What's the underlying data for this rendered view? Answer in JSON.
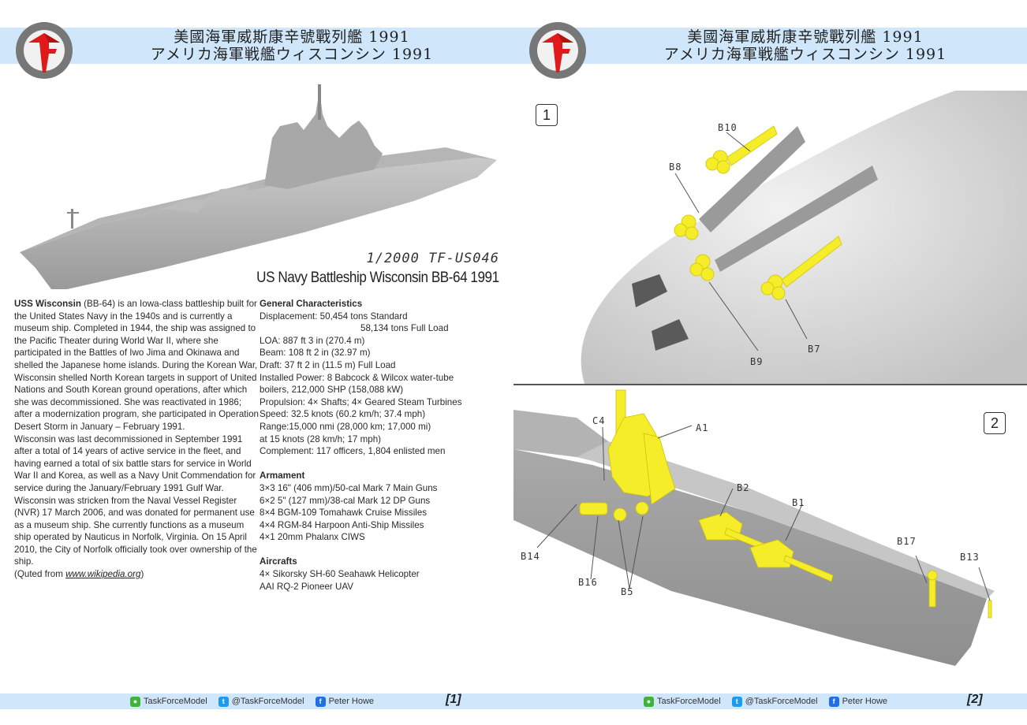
{
  "header": {
    "title_zh": "美國海軍威斯康辛號戰列艦 1991",
    "title_ja": "アメリカ海軍戦艦ウィスコンシン 1991",
    "logo_icon": "taskforce-tf-logo",
    "background_color": "#cfe6fb"
  },
  "page1": {
    "scale_code": "1/2000 TF-US046",
    "model_name": "US Navy Battleship Wisconsin BB-64 1991",
    "description": {
      "ship_name": "USS Wisconsin",
      "paragraph1": " (BB-64) is an Iowa-class battleship built for the United States Navy in the 1940s and is currently a museum ship. Completed in 1944, the ship was assigned to the Pacific Theater during World War II, where she participated in the Battles of Iwo Jima and Okinawa and shelled the Japanese home islands. During the Korean War, Wisconsin shelled North Korean targets in support of United Nations and South Korean ground operations, after which she was decommissioned. She was reactivated in 1986; after a modernization program, she participated in Operation Desert Storm in January – February 1991.",
      "paragraph2": "Wisconsin was last decommissioned in September 1991 after a total of 14 years of active service in the fleet, and having earned a total of six battle stars for service in World War II and Korea, as well as a Navy Unit Commendation for service during the January/February 1991 Gulf War. Wisconsin was stricken from the Naval Vessel Register (NVR) 17 March 2006, and was donated for permanent use as a museum ship. She currently functions as a museum ship operated by Nauticus in Norfolk, Virginia. On 15 April 2010, the City of Norfolk officially took over ownership of the ship.",
      "source_prefix": "(Quted from ",
      "source_link": "www.wikipedia.org",
      "source_suffix": ")"
    },
    "specs": {
      "general_title": "General Characteristics",
      "general": [
        "Displacement:  50,454 tons Standard",
        "58,134 tons Full Load",
        "LOA: 887 ft 3 in (270.4 m)",
        "Beam:  108 ft 2 in (32.97 m)",
        "Draft: 37 ft 2 in (11.5 m) Full Load",
        "Installed Power: 8 Babcock & Wilcox water-tube",
        "boilers, 212,000 SHP (158,088 kW)",
        "Propulsion: 4× Shafts; 4× Geared Steam Turbines",
        "Speed: 32.5 knots (60.2 km/h; 37.4 mph)",
        "Range:15,000 nmi (28,000 km; 17,000 mi)",
        "at 15 knots (28 km/h; 17 mph)",
        "Complement:  117 officers, 1,804 enlisted men"
      ],
      "armament_title": "Armament",
      "armament": [
        "3×3 16\" (406 mm)/50-cal Mark 7 Main Guns",
        "6×2 5\" (127 mm)/38-cal Mark 12 DP Guns",
        "8×4 BGM-109 Tomahawk Cruise Missiles",
        "4×4 RGM-84 Harpoon Anti-Ship Missiles",
        "4×1 20mm Phalanx CIWS"
      ],
      "aircraft_title": "Aircrafts",
      "aircraft": [
        "4× Sikorsky SH-60 Seahawk Helicopter",
        "AAI RQ-2 Pioneer UAV"
      ]
    },
    "page_number": "[1]"
  },
  "page2": {
    "step1": {
      "label": "1",
      "callouts": [
        "B10",
        "B8",
        "B9",
        "B7"
      ]
    },
    "step2": {
      "label": "2",
      "callouts": [
        "C4",
        "A1",
        "B2",
        "B1",
        "B14",
        "B16",
        "B5",
        "B17",
        "B13"
      ]
    },
    "highlight_color": "#f5ec2a",
    "page_number": "[2]"
  },
  "footer": {
    "wechat": "TaskForceModel",
    "twitter": "@TaskForceModel",
    "facebook": "Peter Howe",
    "icons": [
      "wechat-icon",
      "twitter-icon",
      "facebook-icon"
    ]
  }
}
